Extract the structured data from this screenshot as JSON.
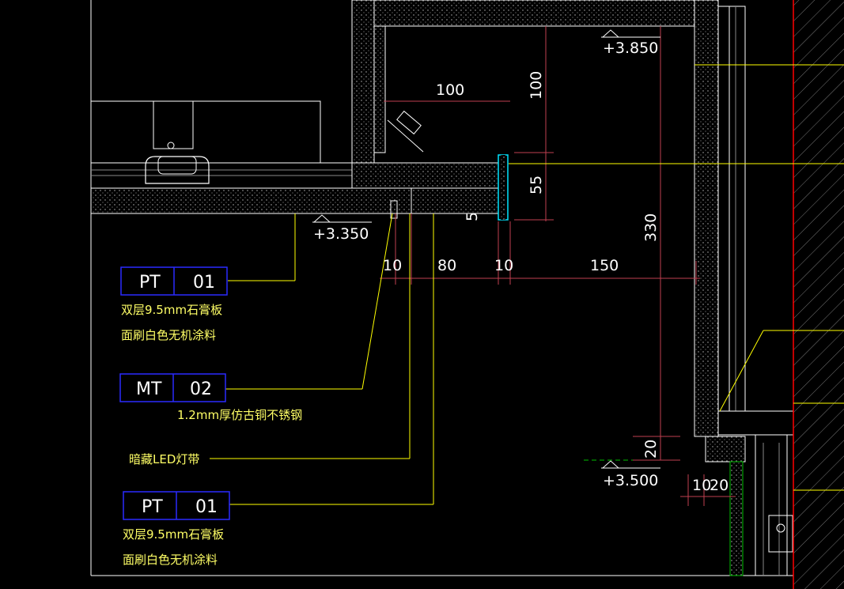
{
  "levels": {
    "top": "+3.850",
    "ceiling": "+3.350",
    "bottom": "+3.500"
  },
  "dimensions": {
    "d100_h": "100",
    "d100_v": "100",
    "d55": "55",
    "d5": "5",
    "d330": "330",
    "d10_a": "10",
    "d80": "80",
    "d10_b": "10",
    "d150": "150",
    "d20_v": "20",
    "d10_c": "10",
    "d20_h": "20"
  },
  "tags": [
    {
      "code": "PT",
      "number": "01",
      "note_line1": "双层9.5mm石膏板",
      "note_line2": "面刷白色无机涂料"
    },
    {
      "code": "MT",
      "number": "02",
      "note_line1": "1.2mm厚仿古铜不锈钢",
      "note_line2": ""
    },
    {
      "code": "",
      "number": "",
      "note_line1": "暗藏LED灯带",
      "note_line2": ""
    },
    {
      "code": "PT",
      "number": "01",
      "note_line1": "双层9.5mm石膏板",
      "note_line2": "面刷白色无机涂料"
    }
  ],
  "colors": {
    "background": "#000000",
    "leader": "#ffff00",
    "dimension": "#c04050",
    "tag_frame": "#2a2aff",
    "structure": "#ffffff",
    "red_line": "#ff0000",
    "cyan": "#00e5ff",
    "green": "#00c000"
  }
}
